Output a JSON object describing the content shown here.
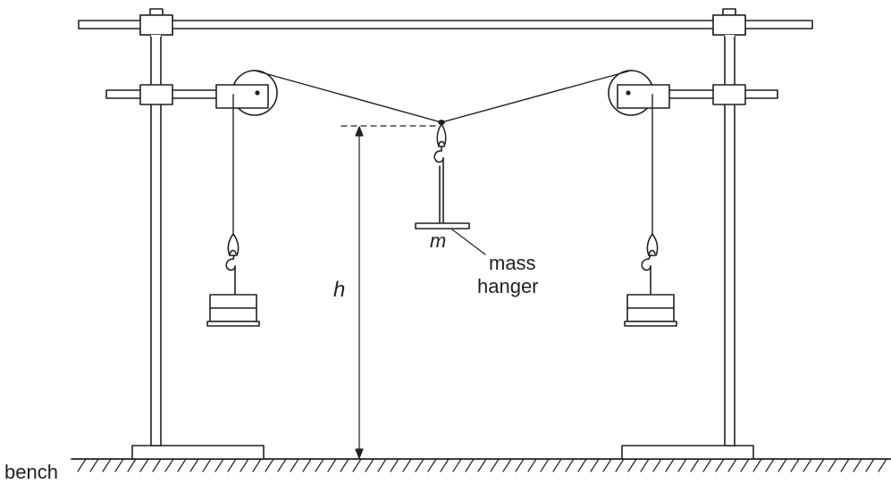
{
  "labels": {
    "bench": "bench",
    "h": "h",
    "m": "m",
    "mass_line1": "mass",
    "mass_line2": "hanger"
  },
  "colors": {
    "ink": "#231f20",
    "background": "#ffffff"
  }
}
